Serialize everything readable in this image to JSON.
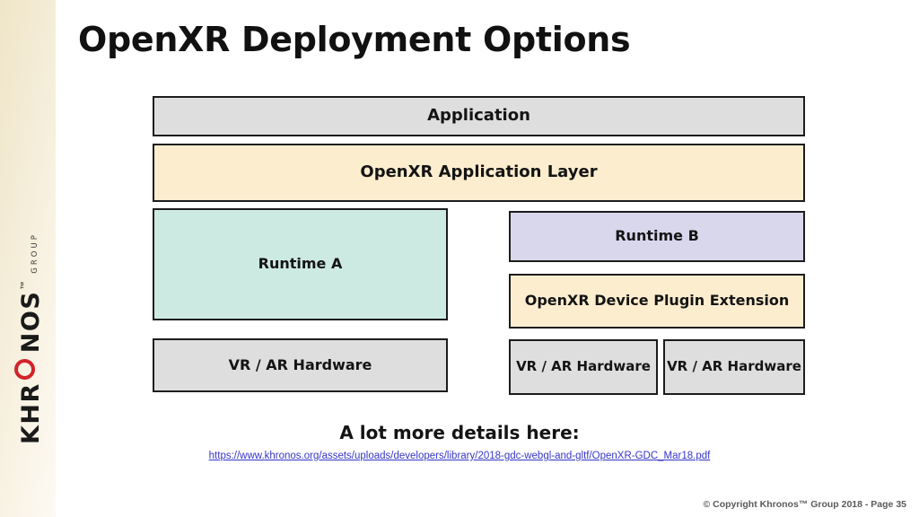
{
  "slide": {
    "title": "OpenXR Deployment Options",
    "page_label": "© Copyright Khronos™ Group 2018 - Page 35"
  },
  "branding": {
    "logo_khr": "KHR",
    "logo_o": "O",
    "logo_nos": "NOS",
    "logo_tm": "™",
    "logo_group": "GROUP"
  },
  "diagram": {
    "type": "layered-stack",
    "boxes": [
      {
        "id": "application",
        "label": "Application",
        "color": "#dedede"
      },
      {
        "id": "app_layer",
        "label": "OpenXR Application Layer",
        "color": "#fcedcf"
      },
      {
        "id": "runtime_a",
        "label": "Runtime A",
        "color": "#cdeae2"
      },
      {
        "id": "vr_hw_left",
        "label": "VR / AR Hardware",
        "color": "#dedede"
      },
      {
        "id": "runtime_b",
        "label": "Runtime B",
        "color": "#d9d7ec"
      },
      {
        "id": "device_plugin",
        "label": "OpenXR Device Plugin Extension",
        "color": "#fcedcf"
      },
      {
        "id": "vr_hw_mid",
        "label": "VR / AR Hardware",
        "color": "#dedede"
      },
      {
        "id": "vr_hw_right",
        "label": "VR / AR Hardware",
        "color": "#dedede"
      }
    ]
  },
  "footer": {
    "details_heading": "A lot more details here:",
    "details_url": "https://www.khronos.org/assets/uploads/developers/library/2018-gdc-webgl-and-gltf/OpenXR-GDC_Mar18.pdf"
  }
}
